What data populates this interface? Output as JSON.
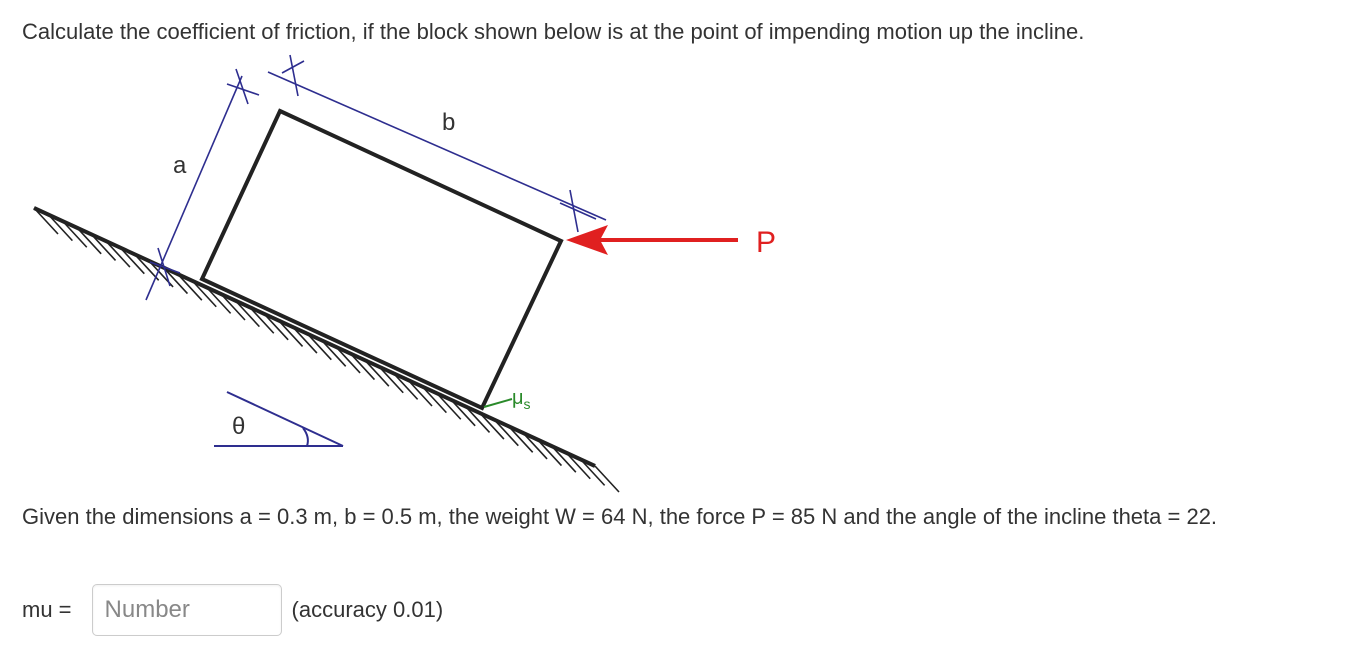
{
  "question": {
    "text": "Calculate the coefficient of friction, if the block shown below is at the point of impending motion up the incline."
  },
  "figure": {
    "label_a": "a",
    "label_b": "b",
    "label_P": "P",
    "label_theta": "θ",
    "label_mu": "μ",
    "label_mu_sub": "s",
    "colors": {
      "force_arrow": "#e02020",
      "dimension": "#2e2e8f",
      "friction_label": "#2a8a2a",
      "outline": "#222222"
    }
  },
  "given": {
    "text": "Given the dimensions a = 0.3 m, b = 0.5 m, the weight W = 64 N, the force P = 85 N and the angle of the incline theta = 22."
  },
  "answer": {
    "label": "mu =",
    "placeholder": "Number",
    "value": "",
    "note": "(accuracy 0.01)"
  }
}
